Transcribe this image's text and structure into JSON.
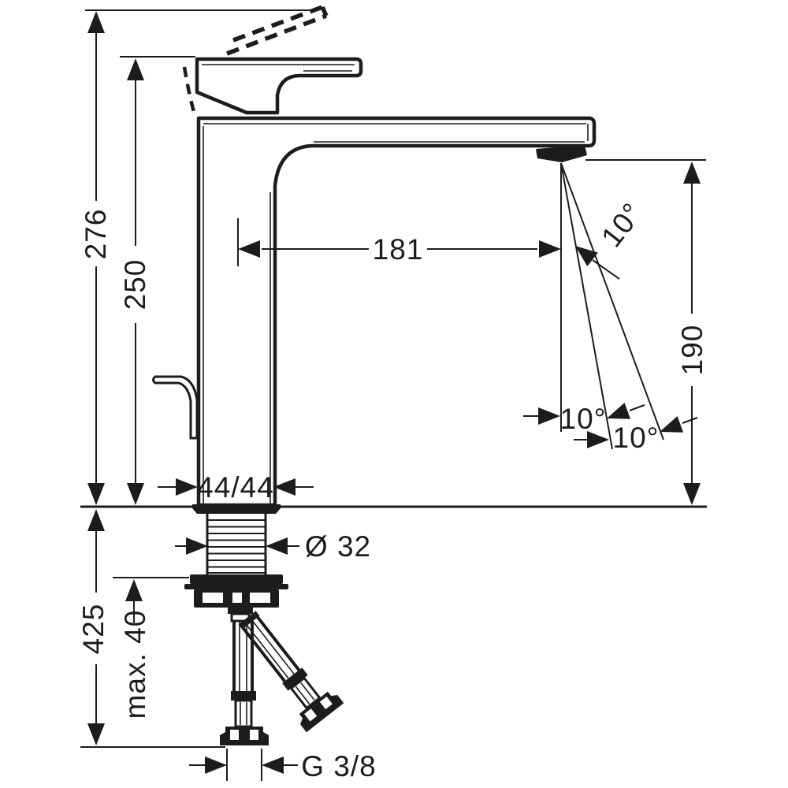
{
  "drawing": {
    "subject": "Single-lever basin mixer tap — side elevation technical drawing with installation dimensions",
    "units": "mm",
    "ink_color": "#1c1c1c",
    "background_color": "#ffffff",
    "labels": {
      "overall_height": "276",
      "height_to_handle": "250",
      "spout_reach": "181",
      "spout_outlet_height": "190",
      "jet_angle_upper": "10°",
      "jet_angle_lower_left": "10°",
      "jet_angle_lower_right": "10°",
      "body_cross_section": "44/44",
      "tap_hole_diameter": "Ø 32",
      "hose_drop_length": "425",
      "max_deck_thickness": "max. 40",
      "connection_thread": "G 3/8"
    }
  }
}
